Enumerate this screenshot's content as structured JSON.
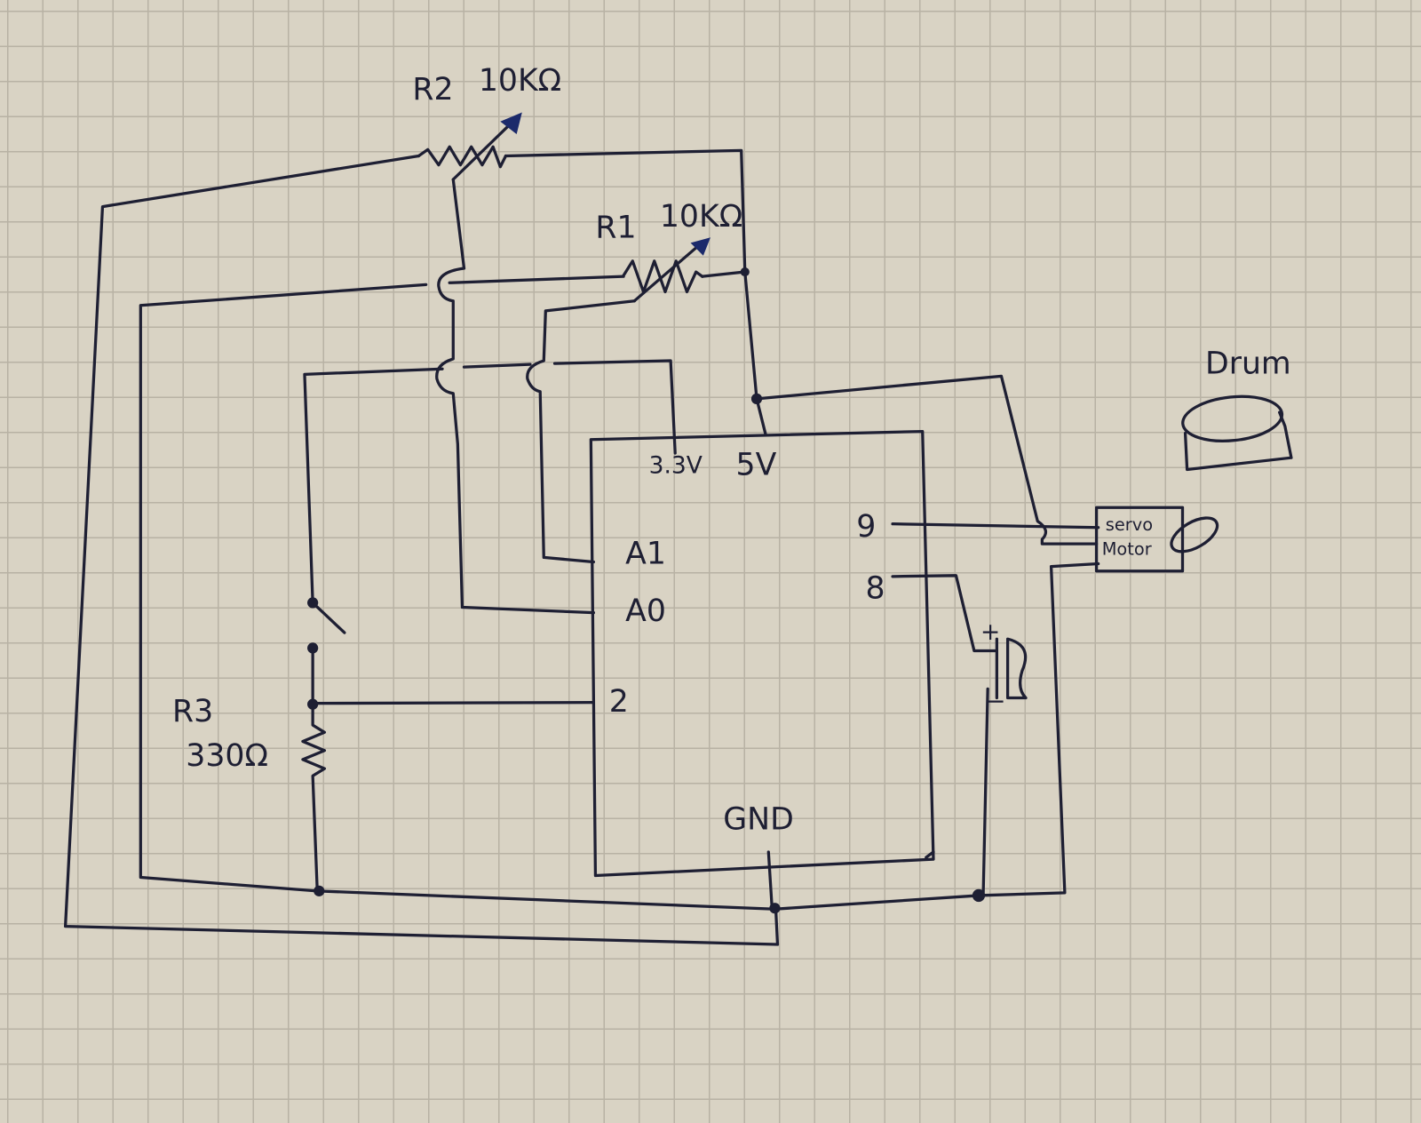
{
  "components": {
    "r2": {
      "name": "R2",
      "value": "10KΩ"
    },
    "r1": {
      "name": "R1",
      "value": "10KΩ"
    },
    "r3": {
      "name": "R3",
      "value": "330Ω"
    },
    "servo": {
      "line1": "servo",
      "line2": "Motor"
    },
    "drum": {
      "label": "Drum"
    },
    "buzzer": {
      "plus": "+",
      "minus": "−"
    }
  },
  "arduino": {
    "pin_3v3": "3.3V",
    "pin_5v": "5V",
    "pin_a1": "A1",
    "pin_a0": "A0",
    "pin_2": "2",
    "pin_9": "9",
    "pin_8": "8",
    "pin_gnd": "GND"
  },
  "colors": {
    "ink": "#1e1f33",
    "paper": "#d9d3c4",
    "grid": "#b8b2a4",
    "arrow": "#1c2a6b"
  }
}
